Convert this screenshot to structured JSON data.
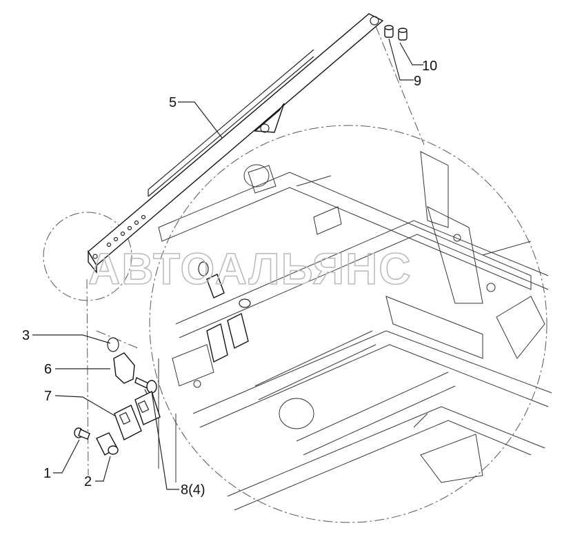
{
  "diagram": {
    "watermark": "АВТОАЛЬЯНС",
    "callouts": [
      {
        "id": "c1",
        "label": "1"
      },
      {
        "id": "c2",
        "label": "2"
      },
      {
        "id": "c3",
        "label": "3"
      },
      {
        "id": "c5",
        "label": "5"
      },
      {
        "id": "c6",
        "label": "6"
      },
      {
        "id": "c7",
        "label": "7"
      },
      {
        "id": "c8",
        "label": "8(4)"
      },
      {
        "id": "c9",
        "label": "9"
      },
      {
        "id": "c10",
        "label": "10"
      }
    ]
  }
}
